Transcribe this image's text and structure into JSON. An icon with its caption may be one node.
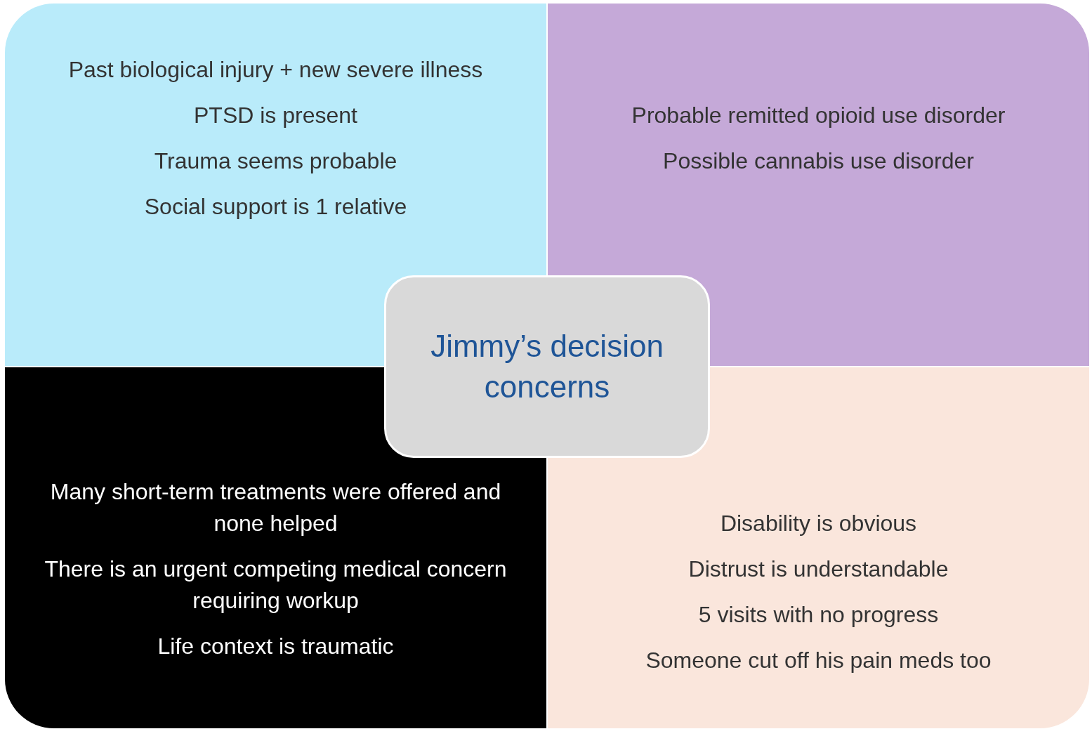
{
  "diagram": {
    "nodes": [
      {
        "text": [
          "Past biological injury + new severe illness",
          "PTSD is present",
          "Trauma seems probable",
          "Social support is 1 relative"
        ]
      },
      {
        "text": [
          "Probable remitted opioid use disorder",
          "Possible cannabis use disorder"
        ]
      },
      {
        "text": [
          "Jimmy’s decision concerns"
        ]
      },
      {
        "text": [
          "Many short-term treatments were offered and none helped",
          "There is an urgent competing medical concern requiring workup",
          "Life context is traumatic"
        ]
      },
      {
        "text": [
          "Disability is obvious",
          "Distrust is understandable",
          "5 visits with no progress",
          "Someone cut off his pain meds too"
        ]
      }
    ]
  }
}
